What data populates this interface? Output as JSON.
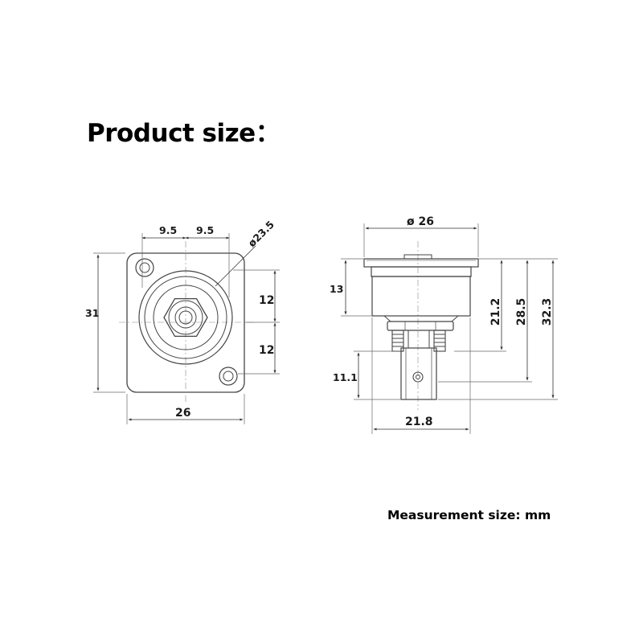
{
  "title": "Product size：",
  "unit_note": "Measurement size: mm",
  "front_view": {
    "dims": {
      "half_width_left": "9.5",
      "half_width_right": "9.5",
      "diameter": "ø23.5",
      "height": "31",
      "upper_offset": "12",
      "lower_offset": "12",
      "width": "26"
    }
  },
  "side_view": {
    "dims": {
      "flange_diameter": "ø 26",
      "flange_height": "13",
      "depth_a": "21.2",
      "depth_b": "28.5",
      "depth_c": "32.3",
      "tail_length": "11.1",
      "body_width": "21.8"
    }
  }
}
